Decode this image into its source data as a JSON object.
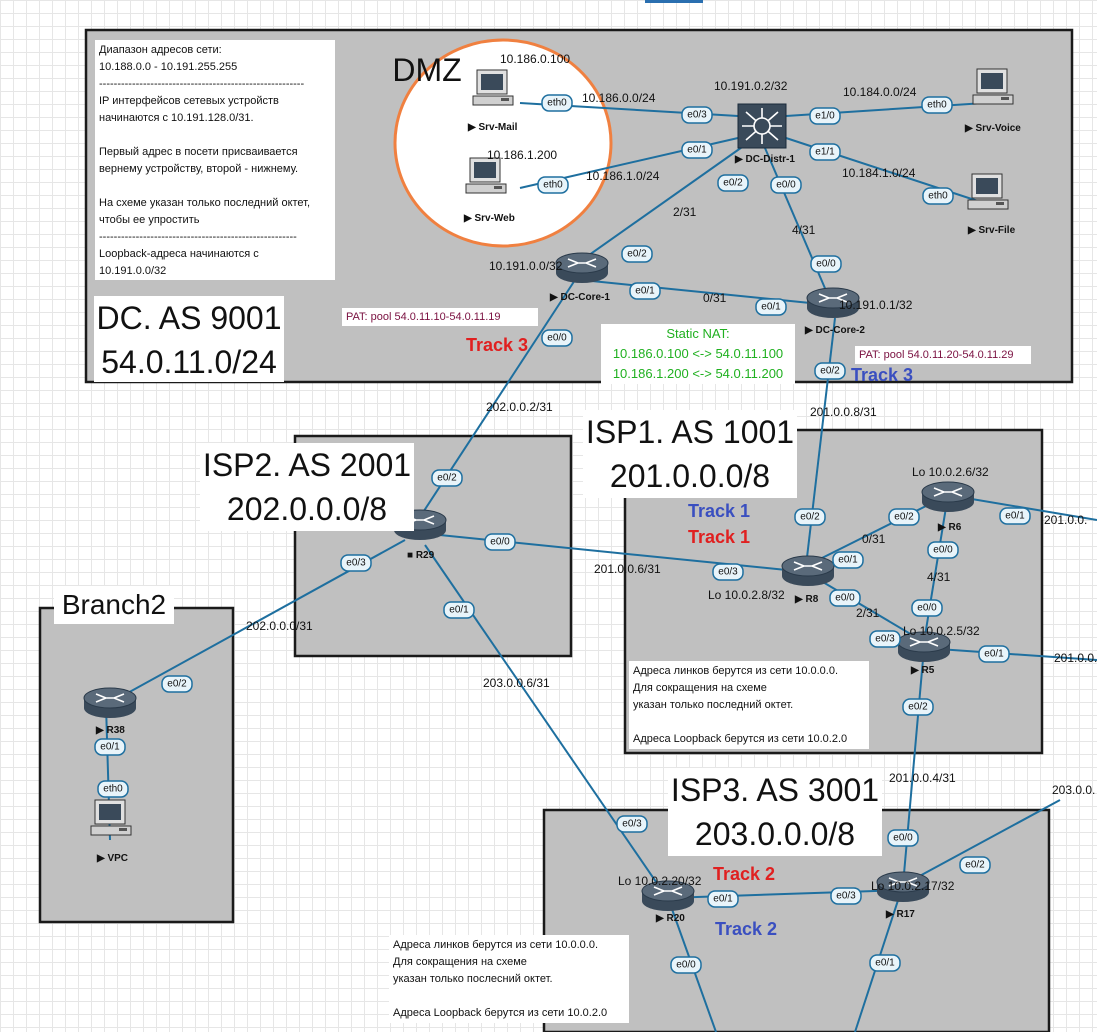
{
  "notes": {
    "dc_info": "Диапазон адресов сети:\n10.188.0.0 - 10.191.255.255\n--------------------------------------------------------\nIP интерфейсов сетевых устройств\nначинаются с 10.191.128.0/31.\n\nПервый адрес в посети присваивается\nвернему устройству, второй - нижнему.\n\nНа схеме указан только последний октет,\nчтобы ее упростить\n------------------------------------------------------\nLoopback-адреса начинаются с\n10.191.0.0/32",
    "isp1_info": "Адреса линков берутся из сети 10.0.0.0.\nДля сокращения на схеме\nуказан только последний октет.\n\nАдреса Loopback берутся из сети 10.0.2.0",
    "isp3_info": "Адреса линков берутся из сети 10.0.0.0.\nДля сокращения на схеме\nуказан только послесний октет.\n\nАдреса Loopback берутся из сети 10.0.2.0"
  },
  "areas": {
    "dmz": "DMZ",
    "dc_title": "DC. AS 9001\n54.0.11.0/24",
    "isp1_title": "ISP1. AS 1001\n201.0.0.0/8",
    "isp2_title": "ISP2. AS 2001\n202.0.0.0/8",
    "isp3_title": "ISP3. AS 3001\n203.0.0.0/8",
    "branch2": "Branch2"
  },
  "nat": {
    "pat1": "PAT: pool 54.0.11.10-54.0.11.19",
    "pat2": "PAT: pool 54.0.11.20-54.0.11.29",
    "static_title": "Static NAT:",
    "static_1": "10.186.0.100 <-> 54.0.11.100",
    "static_2": "10.186.1.200 <-> 54.0.11.200"
  },
  "tracks": {
    "t3_red": "Track 3",
    "t3_blue": "Track 3",
    "t1_blue": "Track 1",
    "t1_red": "Track 1",
    "t2_red": "Track 2",
    "t2_blue": "Track 2"
  },
  "devices": {
    "srv_mail": "Srv-Mail",
    "srv_web": "Srv-Web",
    "dc_distr": "DC-Distr-1",
    "srv_voice": "Srv-Voice",
    "srv_file": "Srv-File",
    "dc_core1": "DC-Core-1",
    "dc_core2": "DC-Core-2",
    "r29": "R29",
    "r6": "R6",
    "r8": "R8",
    "r5": "R5",
    "r38": "R38",
    "vpc": "VPC",
    "r20": "R20",
    "r17": "R17"
  },
  "labels": {
    "ip_mail": "10.186.0.100",
    "ip_web": "10.186.1.200",
    "net_mail": "10.186.0.0/24",
    "net_web": "10.186.1.0/24",
    "lo_distr": "10.191.0.2/32",
    "net_voice": "10.184.0.0/24",
    "net_file": "10.184.1.0/24",
    "l_2_31": "2/31",
    "l_4_31": "4/31",
    "l_0_31": "0/31",
    "lo_core1": "10.191.0.0/32",
    "lo_core2": "10.191.0.1/32",
    "net_202_2": "202.0.0.2/31",
    "net_201_8": "201.0.0.8/31",
    "lo_r6": "Lo 10.0.2.6/32",
    "isp1_0_31": "0/31",
    "isp1_4_31": "4/31",
    "isp1_2_31": "2/31",
    "net_201_6": "201.0.0.6/31",
    "lo_r8": "Lo 10.0.2.8/32",
    "lo_r5": "Lo 10.0.2.5/32",
    "ext_201_r6": "201.0.0.",
    "ext_201_r5": "201.0.0.",
    "net_202_0": "202.0.0.0/31",
    "net_203_6": "203.0.0.6/31",
    "net_201_4": "201.0.0.4/31",
    "ext_203": "203.0.0.",
    "lo_r20": "Lo 10.0.2.20/32",
    "lo_r17": "Lo 10.0.2.17/32"
  },
  "interfaces": {
    "mail_eth0": "eth0",
    "web_eth0": "eth0",
    "distr_e03": "e0/3",
    "distr_e01": "e0/1",
    "distr_e02": "e0/2",
    "distr_e00": "e0/0",
    "distr_e10": "e1/0",
    "distr_e11": "e1/1",
    "voice_eth0": "eth0",
    "file_eth0": "eth0",
    "core1_e02": "e0/2",
    "core1_e01": "e0/1",
    "core1_e00": "e0/0",
    "core2_e00": "e0/0",
    "core2_e01": "e0/1",
    "core2_e02": "e0/2",
    "r29_e02": "e0/2",
    "r29_e03": "e0/3",
    "r29_e00": "e0/0",
    "r29_e01": "e0/1",
    "r8_e02": "e0/2",
    "r8_e01": "e0/1",
    "r8_e03": "e0/3",
    "r8_e00": "e0/0",
    "r6_e02": "e0/2",
    "r6_e01": "e0/1",
    "r6_e00": "e0/0",
    "r5_e00": "e0/0",
    "r5_e03": "e0/3",
    "r5_e01": "e0/1",
    "r5_e02": "e0/2",
    "r38_e02": "e0/2",
    "r38_e01": "e0/1",
    "vpc_eth0": "eth0",
    "r20_e03": "e0/3",
    "r20_e01": "e0/1",
    "r20_e00": "e0/0",
    "r17_e00": "e0/0",
    "r17_e03": "e0/3",
    "r17_e02": "e0/2",
    "r17_e01": "e0/1"
  },
  "colors": {
    "link": "#1e6f9f",
    "area": "#c0c0c0",
    "dmz_border": "#f08040",
    "track_red": "#e02020",
    "track_blue": "#3a4fc0",
    "static_nat": "#20b020",
    "pat": "#7a1040",
    "device": "#4a5a6a"
  }
}
